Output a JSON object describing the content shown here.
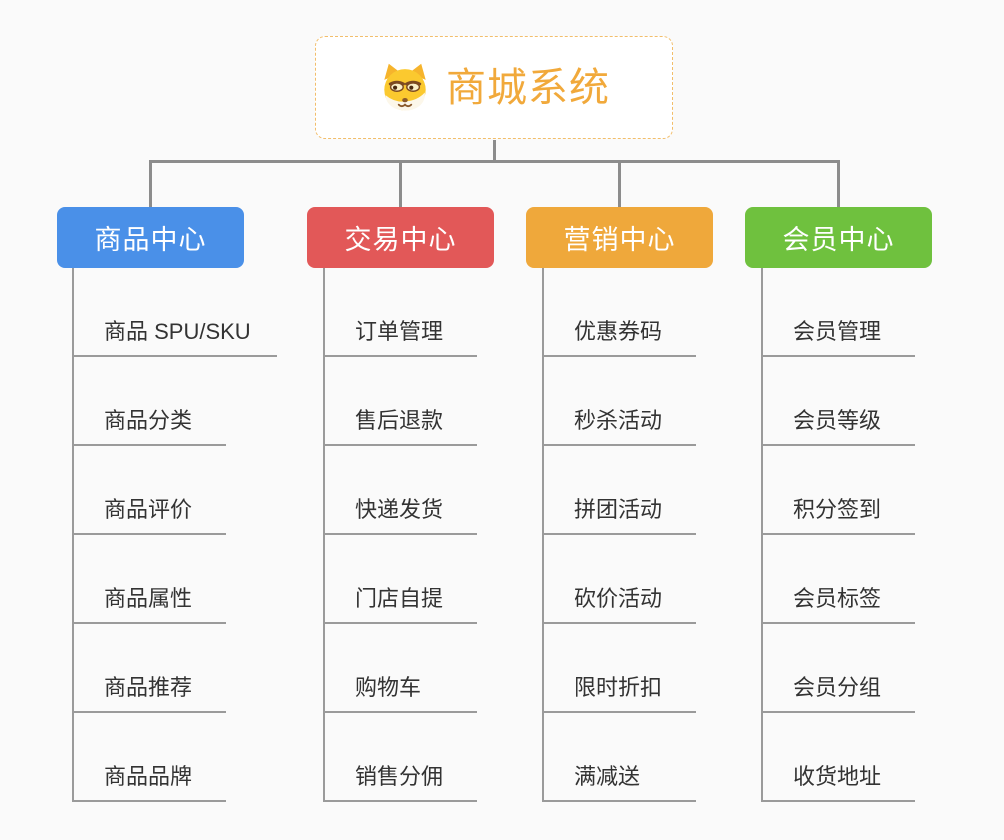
{
  "root": {
    "title": "商城系统",
    "icon": "dog-face-icon",
    "title_color": "#F1A93B",
    "border_color": "#F2BE6B"
  },
  "connector_color": "#8C8C8C",
  "branches": [
    {
      "label": "商品中心",
      "color": "#4A90E8",
      "children": [
        "商品 SPU/SKU",
        "商品分类",
        "商品评价",
        "商品属性",
        "商品推荐",
        "商品品牌"
      ]
    },
    {
      "label": "交易中心",
      "color": "#E25858",
      "children": [
        "订单管理",
        "售后退款",
        "快递发货",
        "门店自提",
        "购物车",
        "销售分佣"
      ]
    },
    {
      "label": "营销中心",
      "color": "#EFA83B",
      "children": [
        "优惠券码",
        "秒杀活动",
        "拼团活动",
        "砍价活动",
        "限时折扣",
        "满减送"
      ]
    },
    {
      "label": "会员中心",
      "color": "#6FC13E",
      "children": [
        "会员管理",
        "会员等级",
        "积分签到",
        "会员标签",
        "会员分组",
        "收货地址"
      ]
    }
  ]
}
